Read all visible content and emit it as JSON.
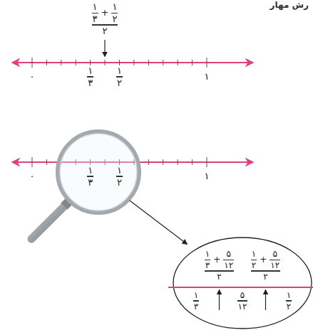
{
  "diagram": {
    "labels": [
      "رش مهار",
      "۱",
      "۳",
      "+",
      "۱",
      "۲",
      "۲",
      "۰",
      "۱",
      "۳",
      "۱",
      "۲",
      "۱",
      "۰",
      "۱",
      "۳",
      "۱",
      "۲",
      "۱",
      "۱",
      "۳",
      "+",
      "۵",
      "۱۲",
      "۲",
      "۱",
      "۲",
      "+",
      "۵",
      "۱۲",
      "۲",
      "۱",
      "۳",
      "۵",
      "۱۲",
      "۱",
      "۲"
    ]
  }
}
